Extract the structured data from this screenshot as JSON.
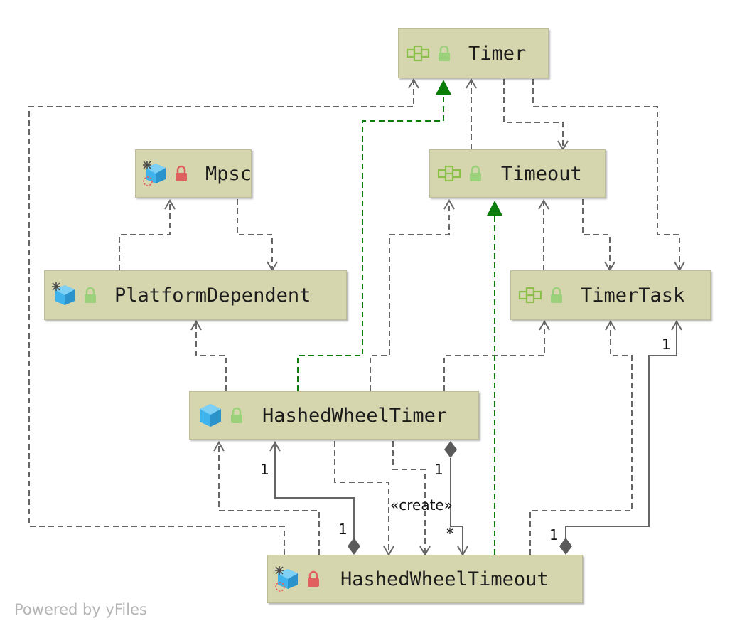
{
  "nodes": {
    "timer": {
      "name": "Timer",
      "kind": "interface"
    },
    "mpsc": {
      "name": "Mpsc",
      "kind": "final-class"
    },
    "timeout": {
      "name": "Timeout",
      "kind": "interface"
    },
    "platform_dependent": {
      "name": "PlatformDependent",
      "kind": "final-class"
    },
    "timer_task": {
      "name": "TimerTask",
      "kind": "interface"
    },
    "hashed_wheel_timer": {
      "name": "HashedWheelTimer",
      "kind": "class"
    },
    "hashed_wheel_timeout": {
      "name": "HashedWheelTimeout",
      "kind": "static-final-class"
    }
  },
  "edge_labels": {
    "hwt_self_mult_top": "1",
    "hwt_self_mult_bottom": "1",
    "create_stereotype": "«create»",
    "hwt_timeout_src": "1",
    "hwt_timeout_dst": "*",
    "task_mult_top": "1",
    "task_mult_bottom": "1"
  },
  "footer": "Powered by yFiles",
  "colors": {
    "node_fill": "#d6d6ae",
    "dependency": "#666666",
    "realization": "#0a7d0a",
    "interface_icon": "#8bbf4a",
    "class_icon": "#3fb4ec",
    "lock_red": "#e06060",
    "lock_green": "#9ad17a"
  }
}
